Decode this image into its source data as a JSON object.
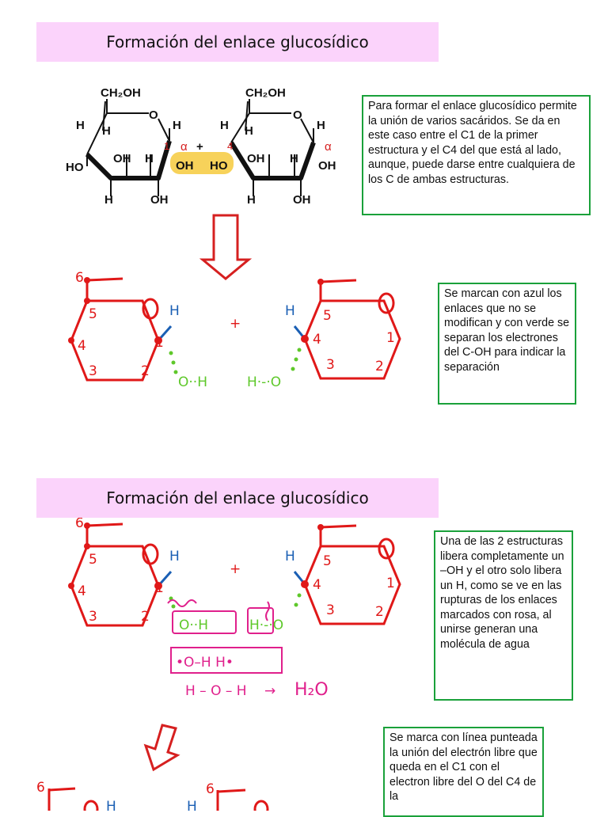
{
  "slides": [
    {
      "title": "Formación del enlace glucosídico",
      "notes": [
        "Para formar el enlace glucosídico permite la unión de varios sacáridos. Se da en este caso entre el C1 de la primer estructura y el C4 del que está al lado, aunque, puede darse entre cualquiera de los C de ambas estructuras.",
        "Se marcan con azul los enlaces que no se modifican y con verde se separan los electrones del C-OH para indicar la separación"
      ]
    },
    {
      "title": "Formación del enlace glucosídico",
      "notes": [
        "Una de las 2 estructuras libera completamente un –OH y el otro solo libera un H, como se ve en las rupturas de los enlaces marcados con rosa, al unirse generan una molécula de agua",
        "Se marca con línea punteada la unión del electrón libre que queda en el C1 con el electron libre del O del C4 de la"
      ]
    }
  ],
  "structure": {
    "ch2oh": "CH₂OH",
    "o": "O",
    "h": "H",
    "oh": "OH",
    "ho": "HO",
    "plus": "+",
    "alpha": "α",
    "c1": "1",
    "c4": "4"
  },
  "sketch": {
    "n1": "1",
    "n2": "2",
    "n3": "3",
    "n4": "4",
    "n5": "5",
    "n6": "6",
    "h": "H",
    "plus": "+",
    "oh_left": "O··H",
    "ho_right": "H·-·O",
    "water_line1": "•O–H   H•",
    "water_line2": "H – O – H",
    "arrow": "→",
    "water": "H₂O"
  }
}
